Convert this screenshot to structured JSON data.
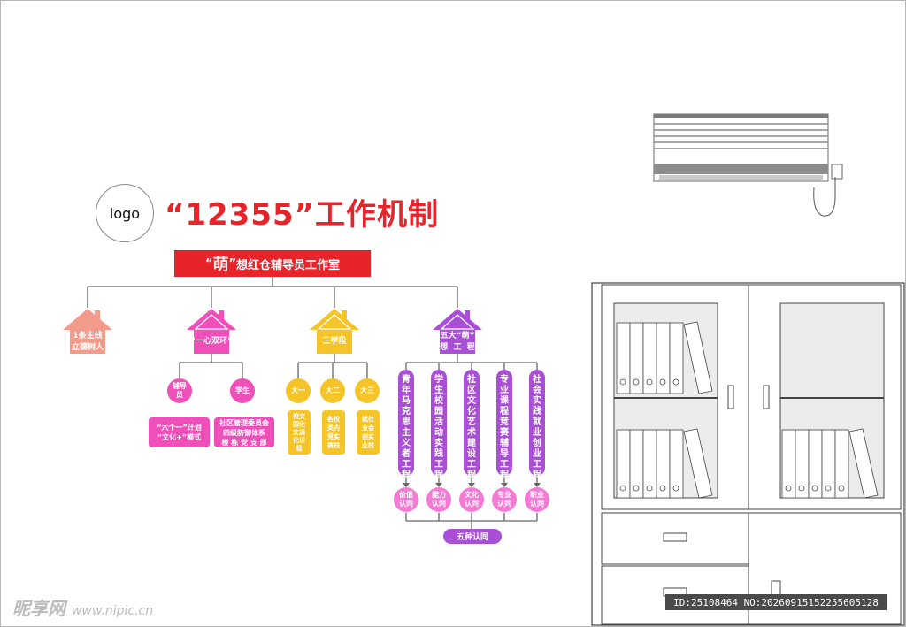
{
  "logo": {
    "label": "logo"
  },
  "title": "“12355”工作机制",
  "banner": {
    "quote_open": "“",
    "meng": "萌",
    "quote_close": "”",
    "text": "想红仓辅导员工作室"
  },
  "colors": {
    "salmon": "#f39b8b",
    "pink": "#ef4fb8",
    "yellow": "#f5c426",
    "purple": "#a94fd6",
    "lightpink": "#f47ad6",
    "red": "#e8242b"
  },
  "houses": [
    {
      "label": "1条主线\n立德树人"
    },
    {
      "label": "“一心双环”"
    },
    {
      "label": "三学段"
    },
    {
      "label": "五大“萌”\n想  工  程"
    }
  ],
  "pink_branch": {
    "circles": [
      "辅导\n员",
      "学生"
    ],
    "boxes": [
      "“六个一”计划\n“文化+”模式",
      "社区管理委员会\n四级防御体系\n楼 栋 党 支 部"
    ]
  },
  "yellow_branch": {
    "circles": [
      "大一",
      "大二",
      "大三"
    ],
    "boxes": [
      "校文\n园化\n文通\n化识\n程",
      "各校\n类内\n竞实\n赛践",
      "就社\n业会\n创实\n业践"
    ]
  },
  "purple_branch": {
    "projects": [
      "青年马克思主义者工程",
      "学生校园活动实践工程",
      "社区文化艺术建设工程",
      "专业课程竞赛辅导工程",
      "社会实践就业创业工程"
    ],
    "identities": [
      "价值\n认同",
      "能力\n认同",
      "文化\n认同",
      "专业\n认同",
      "职业\n认同"
    ],
    "summary": "五种认同"
  },
  "watermark": {
    "main": "昵享网",
    "url": "www.nipic.cn"
  },
  "id_text": "ID:25108464 NO:20260915152255605128"
}
